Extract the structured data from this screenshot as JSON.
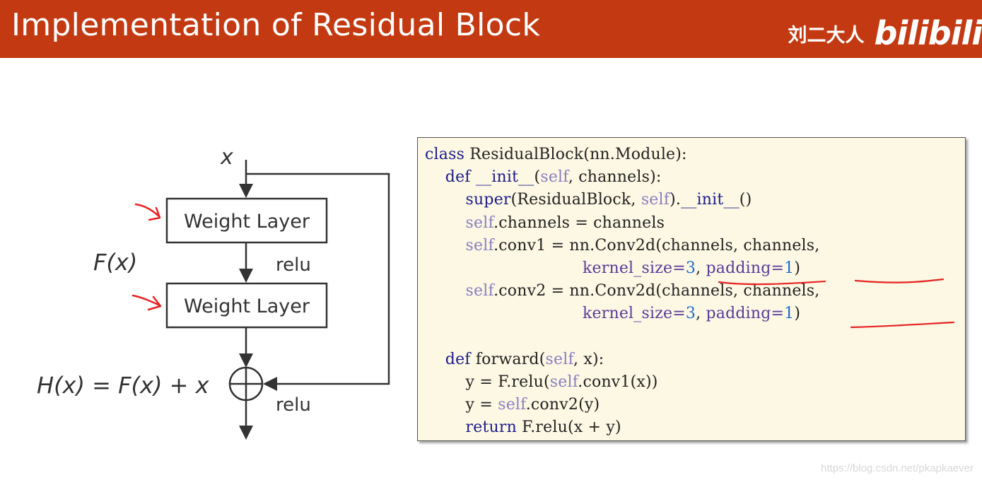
{
  "header": {
    "title": "Implementation of Residual Block",
    "author": "刘二大人",
    "logo": "bilibili"
  },
  "diagram": {
    "input_label": "x",
    "fx_label": "F(x)",
    "layer1_label": "Weight Layer",
    "layer2_label": "Weight Layer",
    "relu1_label": "relu",
    "relu2_label": "relu",
    "output_formula": "H(x) = F(x) + x"
  },
  "code": {
    "class_name": "ResidualBlock",
    "lines": [
      "class ResidualBlock(nn.Module):",
      "    def __init__(self, channels):",
      "        super(ResidualBlock, self).__init__()",
      "        self.channels = channels",
      "        self.conv1 = nn.Conv2d(channels, channels,",
      "                               kernel_size=3, padding=1)",
      "        self.conv2 = nn.Conv2d(channels, channels,",
      "                               kernel_size=3, padding=1)",
      "",
      "    def forward(self, x):",
      "        y = F.relu(self.conv1(x))",
      "        y = self.conv2(y)",
      "        return F.relu(x + y)"
    ]
  },
  "footer": {
    "watermark": "https://blog.csdn.net/pkapkaever"
  },
  "colors": {
    "header_bg": "#c33a12",
    "code_bg": "#fcf8e4",
    "annotation_red": "#e62222"
  }
}
